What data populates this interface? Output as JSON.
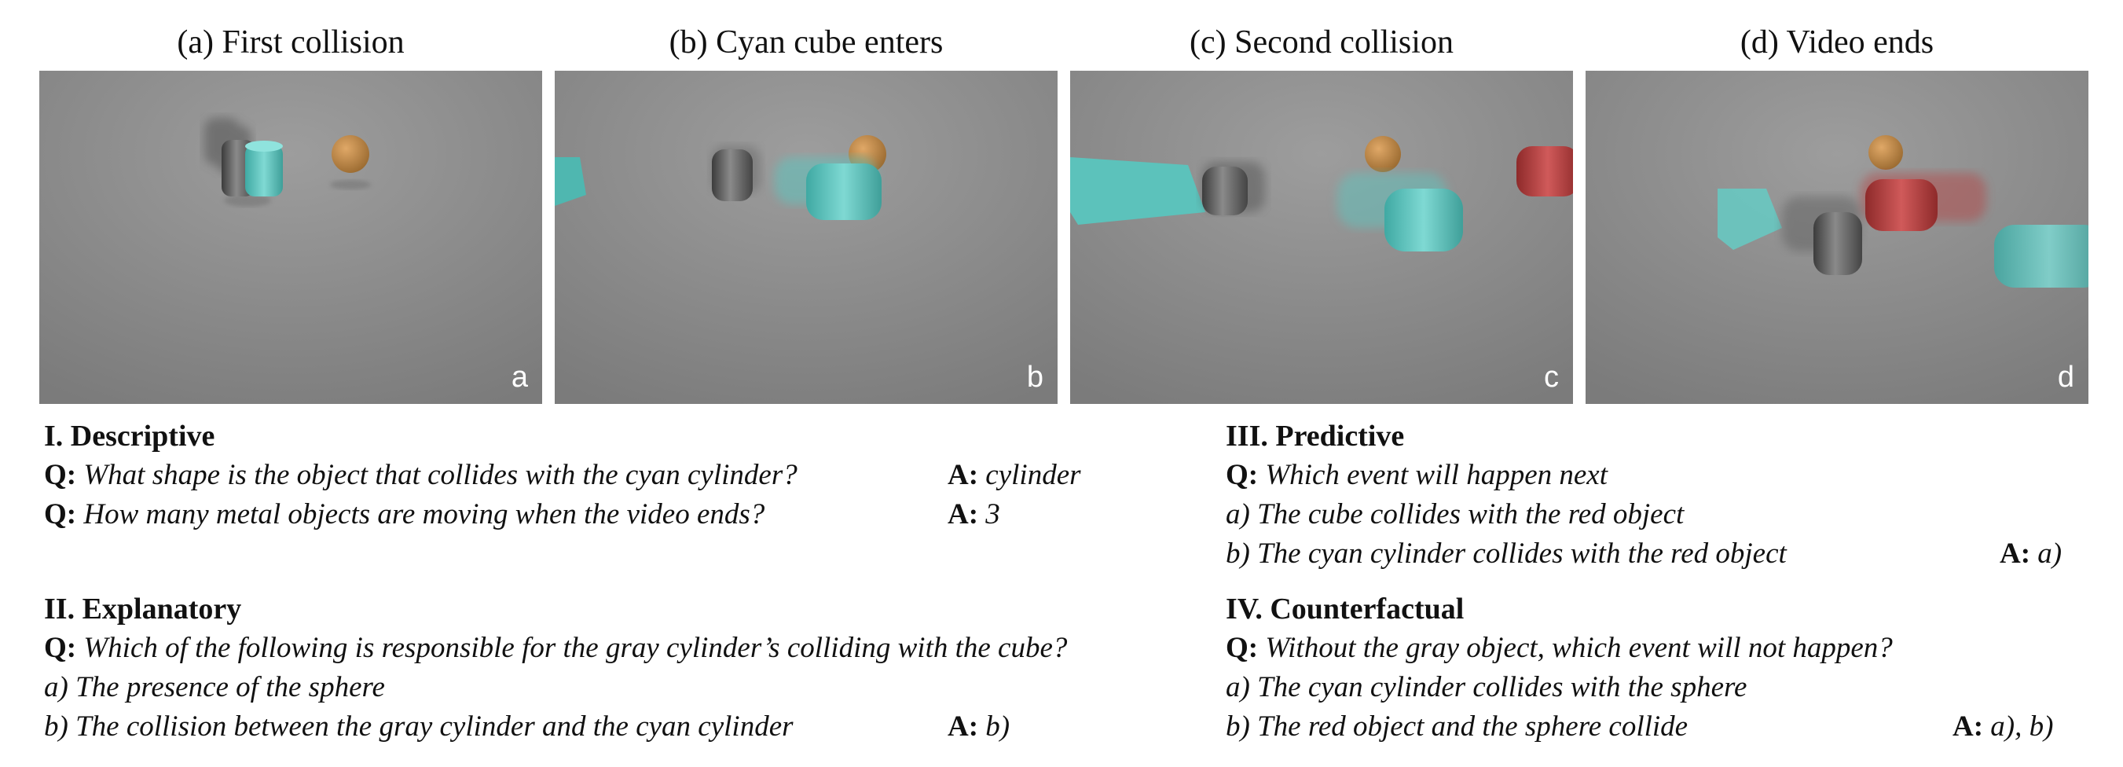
{
  "panels": [
    {
      "caption": "(a) First collision",
      "letter": "a"
    },
    {
      "caption": "(b) Cyan cube enters",
      "letter": "b"
    },
    {
      "caption": "(c) Second collision",
      "letter": "c"
    },
    {
      "caption": "(d) Video ends",
      "letter": "d"
    }
  ],
  "labels": {
    "q": "Q:",
    "a": "A:"
  },
  "descriptive": {
    "heading": "I. Descriptive",
    "q1": {
      "question": "What shape is the object that collides with the cyan cylinder?",
      "answer": "cylinder"
    },
    "q2": {
      "question": "How many metal objects are moving when the video ends?",
      "answer": "3"
    }
  },
  "explanatory": {
    "heading": "II. Explanatory",
    "question": "Which of the following is responsible for the gray cylinder’s colliding with the cube?",
    "option_a": "a) The presence of the sphere",
    "option_b": "b) The collision between the gray cylinder and the cyan cylinder",
    "answer": "b)"
  },
  "predictive": {
    "heading": "III. Predictive",
    "question": "Which event will happen next",
    "option_a": "a) The cube collides with the red object",
    "option_b": "b) The cyan cylinder collides with the red object",
    "answer": "a)"
  },
  "counterfactual": {
    "heading": "IV. Counterfactual",
    "question": "Without the gray object, which event will not happen?",
    "option_a": "a) The cyan cylinder collides with the sphere",
    "option_b": "b) The red object and the sphere collide",
    "answer": "a), b)"
  },
  "colors": {
    "cyan": "#5fc4be",
    "gray_metal": "#5a5a5a",
    "sphere": "#c48a45",
    "red": "#b84040",
    "floor": "#8e8e8e"
  }
}
